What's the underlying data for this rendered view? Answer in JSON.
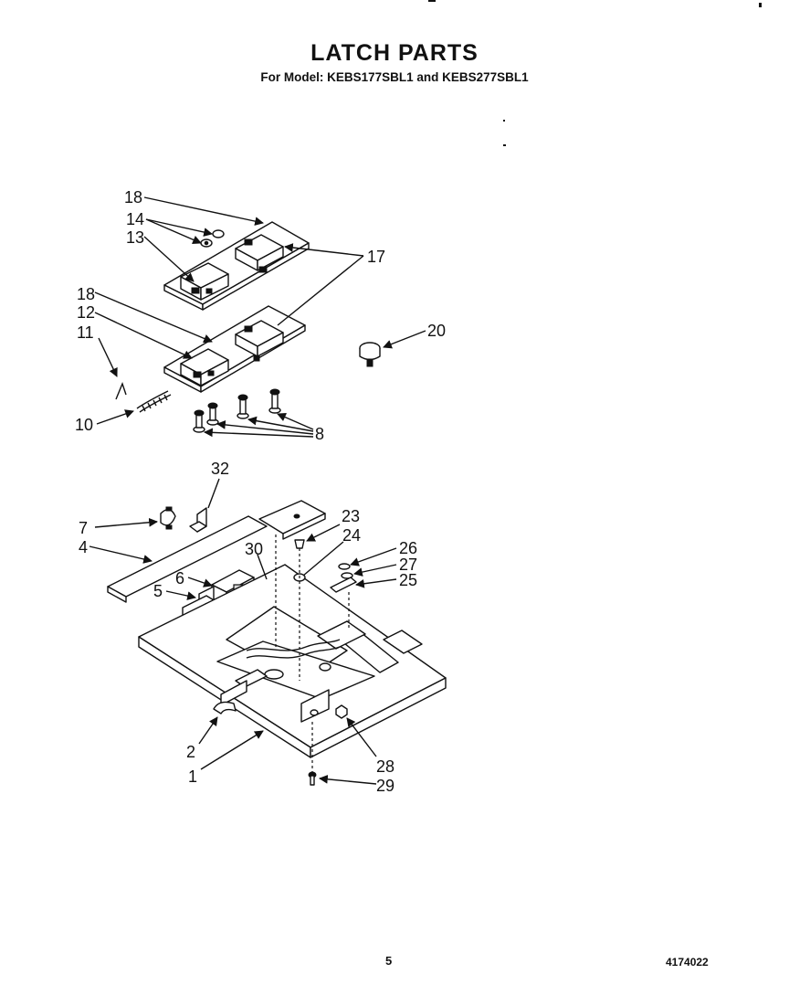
{
  "header": {
    "title": "LATCH PARTS",
    "subtitle": "For Model: KEBS177SBL1 and KEBS277SBL1"
  },
  "callouts": [
    "1",
    "2",
    "4",
    "5",
    "6",
    "7",
    "8",
    "10",
    "11",
    "12",
    "13",
    "14",
    "17",
    "18",
    "18",
    "20",
    "23",
    "24",
    "25",
    "26",
    "27",
    "28",
    "29",
    "30",
    "32"
  ],
  "footer": {
    "page_number": "5",
    "doc_number": "4174022"
  }
}
